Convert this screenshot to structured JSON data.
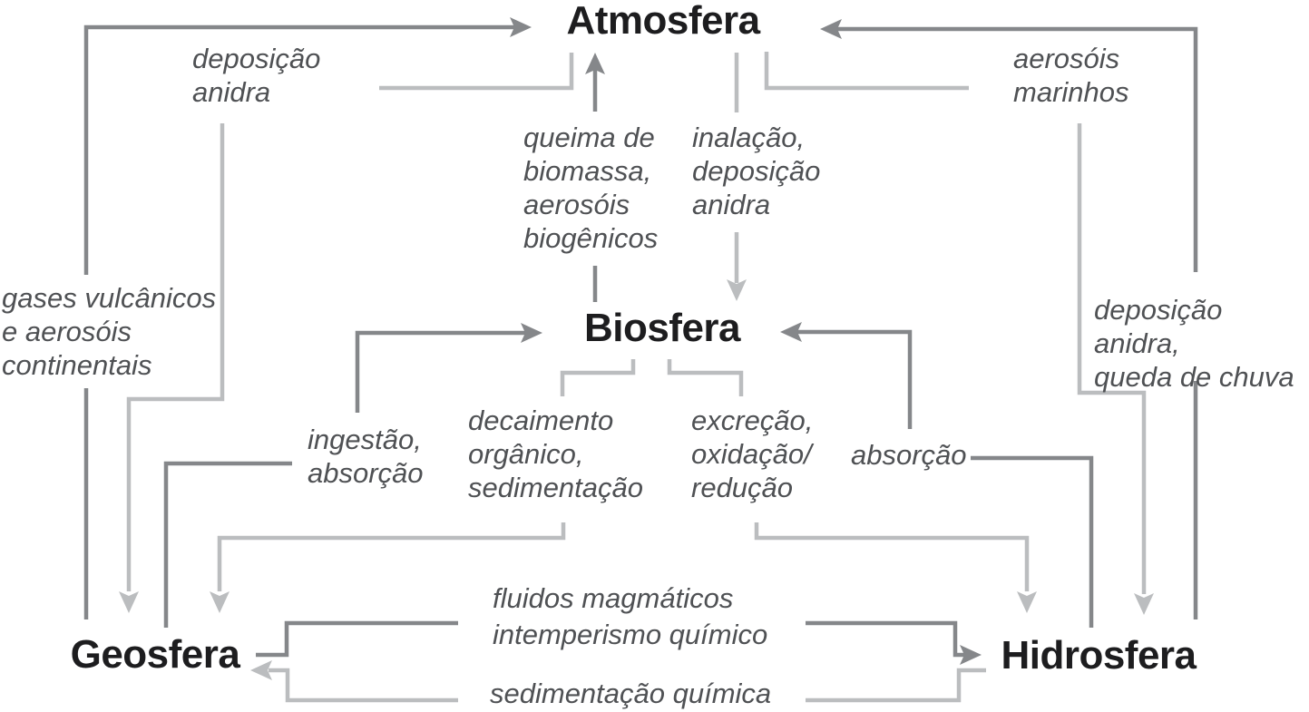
{
  "diagram": {
    "nodes": {
      "atmosfera": {
        "label": "Atmosfera"
      },
      "biosfera": {
        "label": "Biosfera"
      },
      "geosfera": {
        "label": "Geosfera"
      },
      "hidrosfera": {
        "label": "Hidrosfera"
      }
    },
    "edges": [
      {
        "id": "gases-vulcanicos",
        "from": "geosfera",
        "to": "atmosfera",
        "direction_color": "dark",
        "label": "gases vulcânicos\ne aerosóis\ncontinentais"
      },
      {
        "id": "deposicao-anidra-solo",
        "from": "atmosfera",
        "to": "geosfera",
        "direction_color": "light",
        "label": "deposição\nanidra"
      },
      {
        "id": "queima-biomassa",
        "from": "biosfera",
        "to": "atmosfera",
        "direction_color": "dark",
        "label": "queima de\nbiomassa,\naerosóis\nbiogênicos"
      },
      {
        "id": "inalacao-deposicao",
        "from": "atmosfera",
        "to": "biosfera",
        "direction_color": "light",
        "label": "inalação,\ndeposição\nanidra"
      },
      {
        "id": "aerosois-marinhos",
        "from": "hidrosfera",
        "to": "atmosfera",
        "direction_color": "dark",
        "label": "aerosóis\nmarinhos"
      },
      {
        "id": "deposicao-queda-chuva",
        "from": "atmosfera",
        "to": "hidrosfera",
        "direction_color": "light",
        "label": "deposição anidra,\nqueda de chuva"
      },
      {
        "id": "ingestao-absorcao",
        "from": "geosfera",
        "to": "biosfera",
        "direction_color": "dark",
        "label": "ingestão,\nabsorção"
      },
      {
        "id": "decaimento-organico",
        "from": "biosfera",
        "to": "geosfera",
        "direction_color": "light",
        "label": "decaimento\norgânico,\nsedimentação"
      },
      {
        "id": "absorcao",
        "from": "hidrosfera",
        "to": "biosfera",
        "direction_color": "dark",
        "label": "absorção"
      },
      {
        "id": "excrecao-oxidacao",
        "from": "biosfera",
        "to": "hidrosfera",
        "direction_color": "light",
        "label": "excreção,\noxidação/\nredução"
      },
      {
        "id": "fluidos-magmaticos",
        "from": "geosfera",
        "to": "hidrosfera",
        "direction_color": "dark",
        "label": "fluidos magmáticos\nintemperismo químico"
      },
      {
        "id": "sedimentacao-quimica",
        "from": "hidrosfera",
        "to": "geosfera",
        "direction_color": "light",
        "label": "sedimentação química"
      }
    ],
    "colors": {
      "dark_arrow": "#85878a",
      "light_arrow": "#bbbdbf",
      "node_text": "#1d1d1f",
      "label_text": "#4f5154",
      "background": "#ffffff"
    }
  }
}
